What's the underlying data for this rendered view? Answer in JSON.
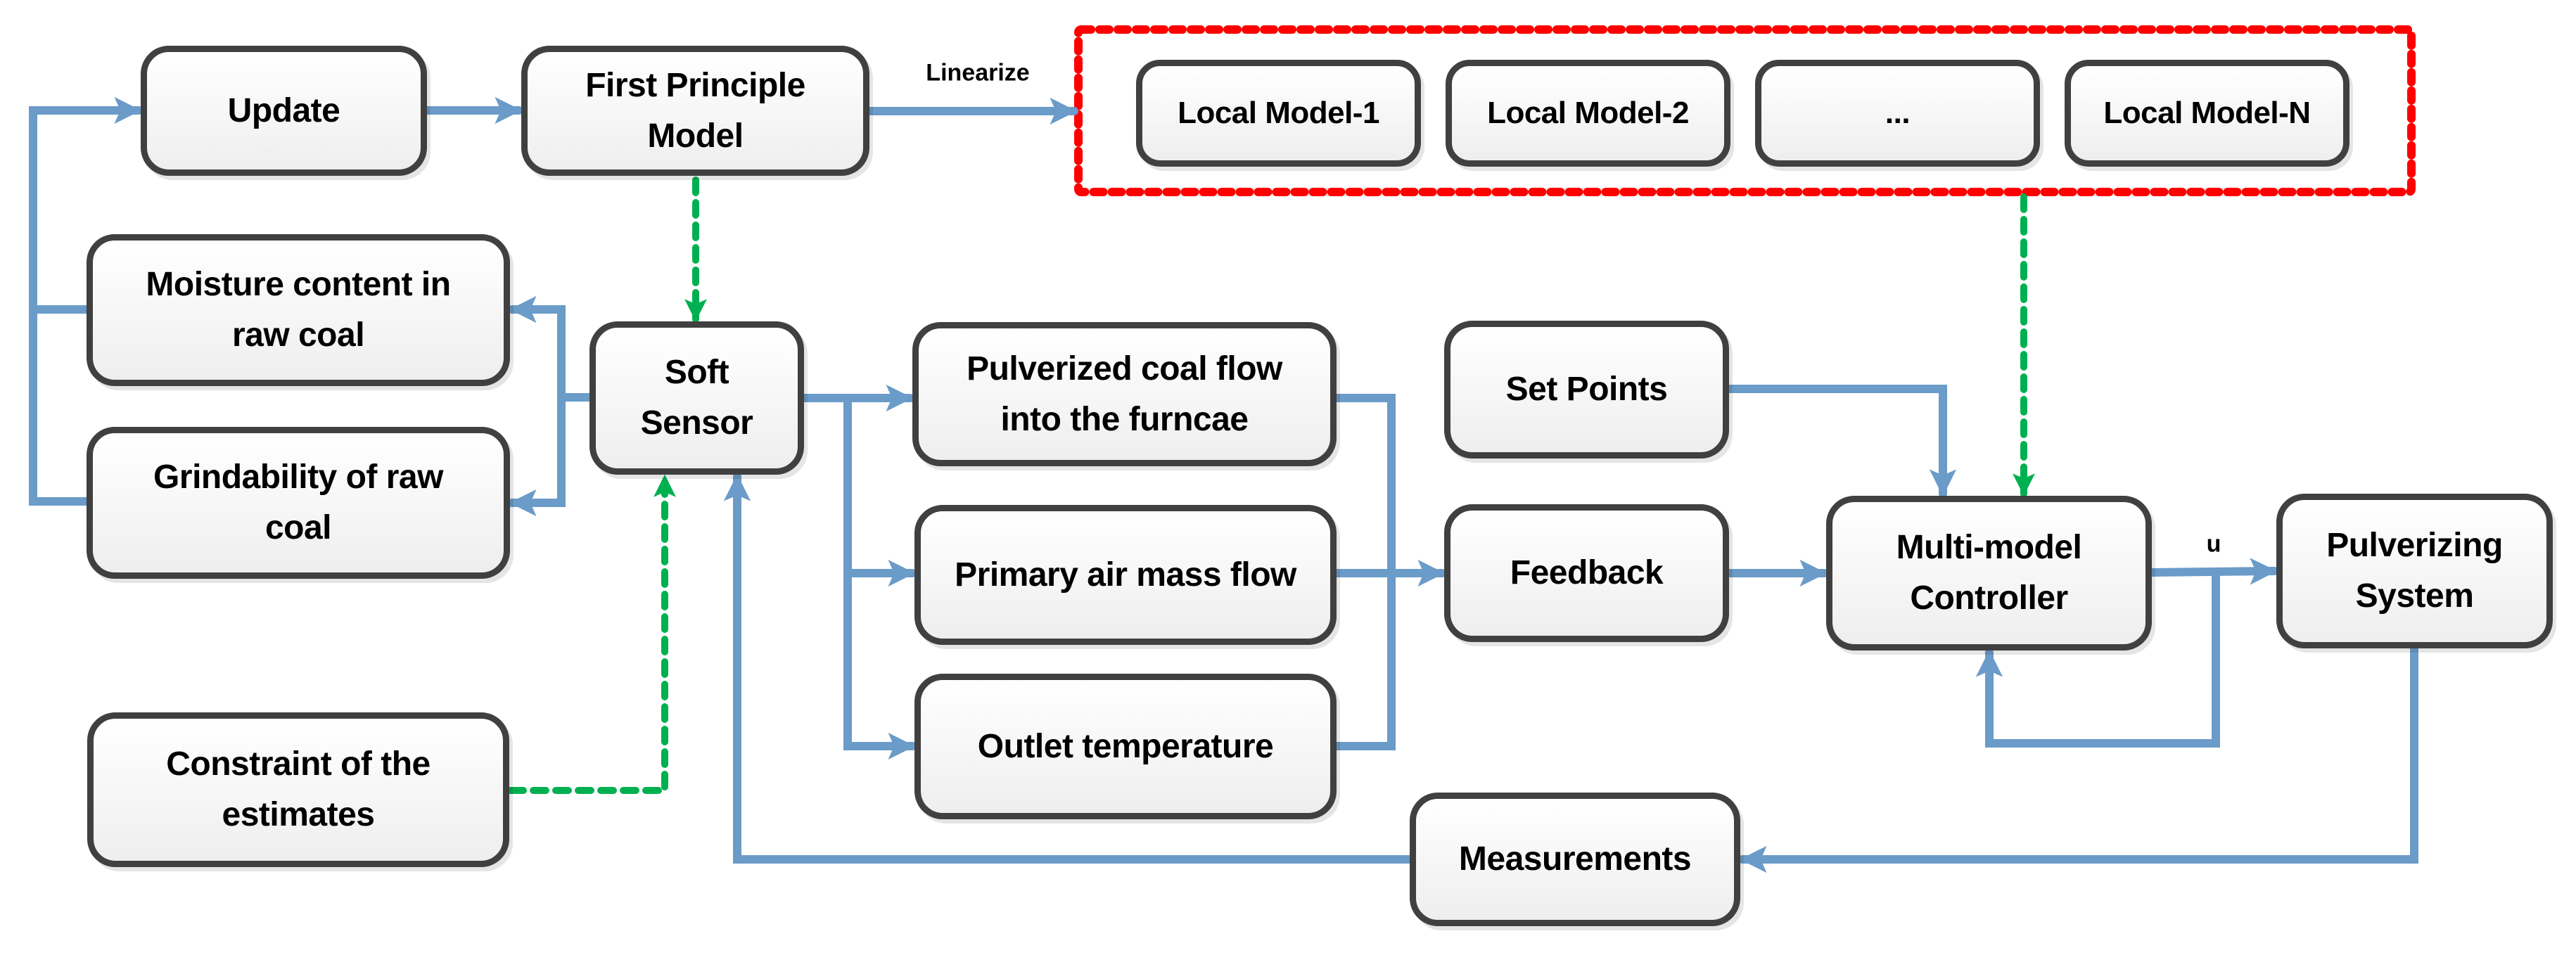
{
  "diagram": {
    "title": "Multi-model control scheme with soft sensor for pulverizing system",
    "colors": {
      "flow_line": "#6B9BC8",
      "model_link_dashed": "#00B050",
      "local_model_group_border": "#FF0000",
      "box_border": "#404040",
      "text": "#000000"
    },
    "nodes": {
      "update": {
        "lines": [
          "Update"
        ]
      },
      "first_principle_model": {
        "lines": [
          "First Principle",
          "Model"
        ]
      },
      "local_models": [
        {
          "lines": [
            "Local Model-1"
          ]
        },
        {
          "lines": [
            "Local Model-2"
          ]
        },
        {
          "lines": [
            "..."
          ]
        },
        {
          "lines": [
            "Local Model-N"
          ]
        }
      ],
      "moisture": {
        "lines": [
          "Moisture content in",
          "raw coal"
        ]
      },
      "grindability": {
        "lines": [
          "Grindability of raw",
          "coal"
        ]
      },
      "soft_sensor": {
        "lines": [
          "Soft",
          "Sensor"
        ]
      },
      "pulverized_coal_flow": {
        "lines": [
          "Pulverized coal flow",
          "into the furncae"
        ]
      },
      "primary_air_mass_flow": {
        "lines": [
          "Primary air mass flow"
        ]
      },
      "outlet_temperature": {
        "lines": [
          "Outlet temperature"
        ]
      },
      "set_points": {
        "lines": [
          "Set Points"
        ]
      },
      "feedback": {
        "lines": [
          "Feedback"
        ]
      },
      "controller": {
        "lines": [
          "Multi-model",
          "Controller"
        ]
      },
      "pulverizing_system": {
        "lines": [
          "Pulverizing",
          "System"
        ]
      },
      "constraint": {
        "lines": [
          "Constraint of the",
          "estimates"
        ]
      },
      "measurements": {
        "lines": [
          "Measurements"
        ]
      }
    },
    "edge_labels": {
      "linearize": "Linearize",
      "control_signal": "u"
    },
    "edges": [
      {
        "from": "Grindability of raw coal",
        "to": "Update",
        "style": "solid"
      },
      {
        "from": "Moisture content in raw coal",
        "to": "Update",
        "style": "solid"
      },
      {
        "from": "Update",
        "to": "First Principle Model",
        "style": "solid"
      },
      {
        "from": "First Principle Model",
        "to": "Local Models",
        "label": "Linearize",
        "style": "solid"
      },
      {
        "from": "First Principle Model",
        "to": "Soft Sensor",
        "style": "dashed"
      },
      {
        "from": "Soft Sensor",
        "to": "Moisture content in raw coal",
        "style": "solid"
      },
      {
        "from": "Soft Sensor",
        "to": "Grindability of raw coal",
        "style": "solid"
      },
      {
        "from": "Soft Sensor",
        "to": "Pulverized coal flow into the furncae",
        "style": "solid"
      },
      {
        "from": "Soft Sensor",
        "to": "Primary air mass flow",
        "style": "solid"
      },
      {
        "from": "Soft Sensor",
        "to": "Outlet temperature",
        "style": "solid"
      },
      {
        "from": "Pulverized coal flow / Primary air mass flow / Outlet temperature",
        "to": "Feedback",
        "style": "solid"
      },
      {
        "from": "Set Points",
        "to": "Multi-model Controller",
        "style": "solid"
      },
      {
        "from": "Feedback",
        "to": "Multi-model Controller",
        "style": "solid"
      },
      {
        "from": "Local Models",
        "to": "Multi-model Controller",
        "style": "dashed"
      },
      {
        "from": "Multi-model Controller",
        "to": "Pulverizing System",
        "label": "u",
        "style": "solid"
      },
      {
        "from": "u",
        "to": "Multi-model Controller",
        "style": "solid"
      },
      {
        "from": "Pulverizing System",
        "to": "Measurements",
        "style": "solid"
      },
      {
        "from": "Measurements",
        "to": "Soft Sensor",
        "style": "solid"
      },
      {
        "from": "Constraint of the estimates",
        "to": "Soft Sensor",
        "style": "dashed"
      }
    ]
  }
}
